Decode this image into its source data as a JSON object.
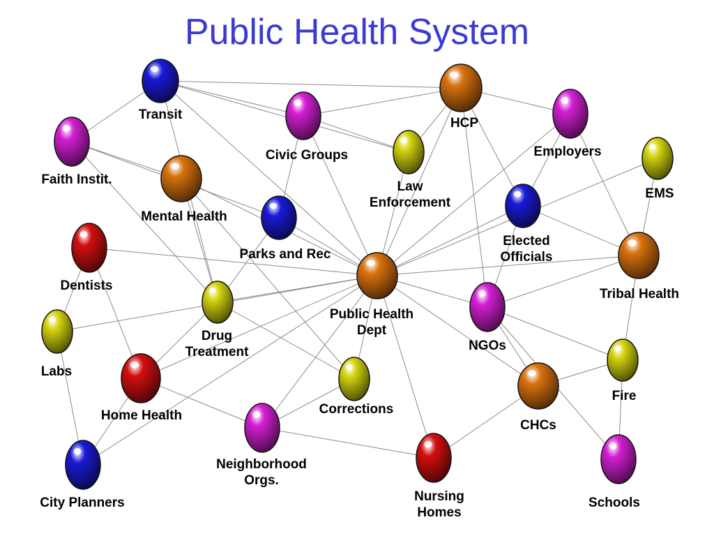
{
  "title": "Public Health System",
  "colors": {
    "title": "#3b3bd4",
    "edge": "#8a8a8a",
    "blue": "#1a1ad8",
    "orange": "#d9720f",
    "magenta": "#d41fd4",
    "yellow": "#d4d40f",
    "red": "#d40f0f"
  },
  "nodes": [
    {
      "id": "transit",
      "label": [
        "Transit"
      ],
      "color": "blue"
    },
    {
      "id": "hcp",
      "label": [
        "HCP"
      ],
      "color": "orange"
    },
    {
      "id": "civic",
      "label": [
        "Civic Groups"
      ],
      "color": "magenta"
    },
    {
      "id": "employers",
      "label": [
        "Employers"
      ],
      "color": "magenta"
    },
    {
      "id": "faith",
      "label": [
        "Faith Instit."
      ],
      "color": "magenta"
    },
    {
      "id": "law",
      "label": [
        "Law",
        "Enforcement"
      ],
      "color": "yellow"
    },
    {
      "id": "ems",
      "label": [
        "EMS"
      ],
      "color": "yellow"
    },
    {
      "id": "mental",
      "label": [
        "Mental Health"
      ],
      "color": "orange"
    },
    {
      "id": "parks",
      "label": [
        "Parks and Rec"
      ],
      "color": "blue"
    },
    {
      "id": "elected",
      "label": [
        "Elected",
        "Officials"
      ],
      "color": "blue"
    },
    {
      "id": "dentists",
      "label": [
        "Dentists"
      ],
      "color": "red"
    },
    {
      "id": "phd",
      "label": [
        "Public Health",
        "Dept"
      ],
      "color": "orange"
    },
    {
      "id": "tribal",
      "label": [
        "Tribal Health"
      ],
      "color": "orange"
    },
    {
      "id": "drug",
      "label": [
        "Drug",
        "Treatment"
      ],
      "color": "yellow"
    },
    {
      "id": "ngos",
      "label": [
        "NGOs"
      ],
      "color": "magenta"
    },
    {
      "id": "labs",
      "label": [
        "Labs"
      ],
      "color": "yellow"
    },
    {
      "id": "fire",
      "label": [
        "Fire"
      ],
      "color": "yellow"
    },
    {
      "id": "home",
      "label": [
        "Home Health"
      ],
      "color": "red"
    },
    {
      "id": "corrections",
      "label": [
        "Corrections"
      ],
      "color": "yellow"
    },
    {
      "id": "chcs",
      "label": [
        "CHCs"
      ],
      "color": "orange"
    },
    {
      "id": "neighborhood",
      "label": [
        "Neighborhood",
        "Orgs."
      ],
      "color": "magenta"
    },
    {
      "id": "nursing",
      "label": [
        "Nursing",
        "Homes"
      ],
      "color": "red"
    },
    {
      "id": "city",
      "label": [
        "City Planners"
      ],
      "color": "blue"
    },
    {
      "id": "schools",
      "label": [
        "Schools"
      ],
      "color": "magenta"
    }
  ],
  "edges": [
    [
      "transit",
      "hcp"
    ],
    [
      "transit",
      "civic"
    ],
    [
      "transit",
      "faith"
    ],
    [
      "transit",
      "phd"
    ],
    [
      "transit",
      "drug"
    ],
    [
      "transit",
      "law"
    ],
    [
      "faith",
      "mental"
    ],
    [
      "faith",
      "parks"
    ],
    [
      "faith",
      "drug"
    ],
    [
      "civic",
      "hcp"
    ],
    [
      "civic",
      "law"
    ],
    [
      "civic",
      "parks"
    ],
    [
      "civic",
      "phd"
    ],
    [
      "hcp",
      "employers"
    ],
    [
      "hcp",
      "law"
    ],
    [
      "hcp",
      "phd"
    ],
    [
      "hcp",
      "ngos"
    ],
    [
      "hcp",
      "elected"
    ],
    [
      "employers",
      "phd"
    ],
    [
      "employers",
      "tribal"
    ],
    [
      "employers",
      "elected"
    ],
    [
      "law",
      "phd"
    ],
    [
      "ems",
      "tribal"
    ],
    [
      "ems",
      "phd"
    ],
    [
      "mental",
      "phd"
    ],
    [
      "mental",
      "drug"
    ],
    [
      "mental",
      "corrections"
    ],
    [
      "parks",
      "phd"
    ],
    [
      "parks",
      "drug"
    ],
    [
      "elected",
      "phd"
    ],
    [
      "elected",
      "tribal"
    ],
    [
      "elected",
      "ngos"
    ],
    [
      "dentists",
      "phd"
    ],
    [
      "dentists",
      "labs"
    ],
    [
      "dentists",
      "home"
    ],
    [
      "phd",
      "tribal"
    ],
    [
      "phd",
      "ngos"
    ],
    [
      "phd",
      "drug"
    ],
    [
      "phd",
      "labs"
    ],
    [
      "phd",
      "home"
    ],
    [
      "phd",
      "corrections"
    ],
    [
      "phd",
      "chcs"
    ],
    [
      "phd",
      "nursing"
    ],
    [
      "phd",
      "neighborhood"
    ],
    [
      "phd",
      "city"
    ],
    [
      "tribal",
      "ngos"
    ],
    [
      "tribal",
      "fire"
    ],
    [
      "drug",
      "corrections"
    ],
    [
      "drug",
      "home"
    ],
    [
      "ngos",
      "fire"
    ],
    [
      "ngos",
      "chcs"
    ],
    [
      "ngos",
      "schools"
    ],
    [
      "labs",
      "city"
    ],
    [
      "fire",
      "chcs"
    ],
    [
      "fire",
      "schools"
    ],
    [
      "home",
      "neighborhood"
    ],
    [
      "home",
      "city"
    ],
    [
      "corrections",
      "neighborhood"
    ],
    [
      "chcs",
      "nursing"
    ],
    [
      "neighborhood",
      "nursing"
    ]
  ]
}
